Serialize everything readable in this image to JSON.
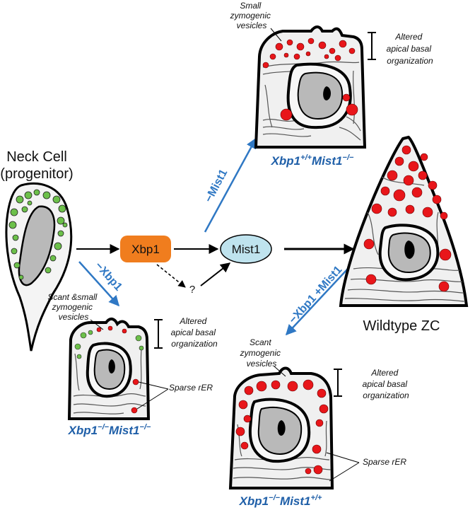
{
  "neck_cell": {
    "line1": "Neck Cell",
    "line2": "(progenitor)"
  },
  "wildtype": {
    "label": "Wildtype ZC"
  },
  "nodes": {
    "xbp1": "Xbp1",
    "mist1": "Mist1",
    "unknown": "?"
  },
  "arrows": {
    "minus_xbp1": "−Xbp1",
    "minus_mist1": "−Mist1",
    "minus_xbp1_plus_mist1": "−Xbp1 +Mist1"
  },
  "top_cell": {
    "note_vesicles": [
      "Small",
      "zymogenic",
      "vesicles"
    ],
    "note_apical": [
      "Altered",
      "apical basal",
      "organization"
    ],
    "genotype": {
      "gene1": "Xbp1",
      "sup1": "+/+",
      "gene2": "Mist1",
      "sup2": "−/−"
    }
  },
  "left_cell": {
    "note_vesicles": [
      "Scant &small",
      "zymogenic",
      "vesicles"
    ],
    "note_apical": [
      "Altered",
      "apical basal",
      "organization"
    ],
    "note_rer": "Sparse rER",
    "genotype": {
      "gene1": "Xbp1",
      "sup1": "−/−",
      "gene2": "Mist1",
      "sup2": "−/−"
    }
  },
  "right_cell": {
    "note_vesicles": [
      "Scant",
      "zymogenic",
      "vesicles"
    ],
    "note_apical": [
      "Altered",
      "apical basal",
      "organization"
    ],
    "note_rer": "Sparse rER",
    "genotype": {
      "gene1": "Xbp1",
      "sup1": "−/−",
      "gene2": "Mist1",
      "sup2": "+/+"
    }
  },
  "colors": {
    "arrow_blue": "#2f78c4",
    "genotype_blue": "#1f5fa8",
    "xbp1_fill": "#f07d1e",
    "mist1_fill": "#bfe3ee",
    "granule_red": "#e8161a",
    "granule_green": "#6cc04a",
    "nucleus_gray": "#b9b9b9"
  }
}
